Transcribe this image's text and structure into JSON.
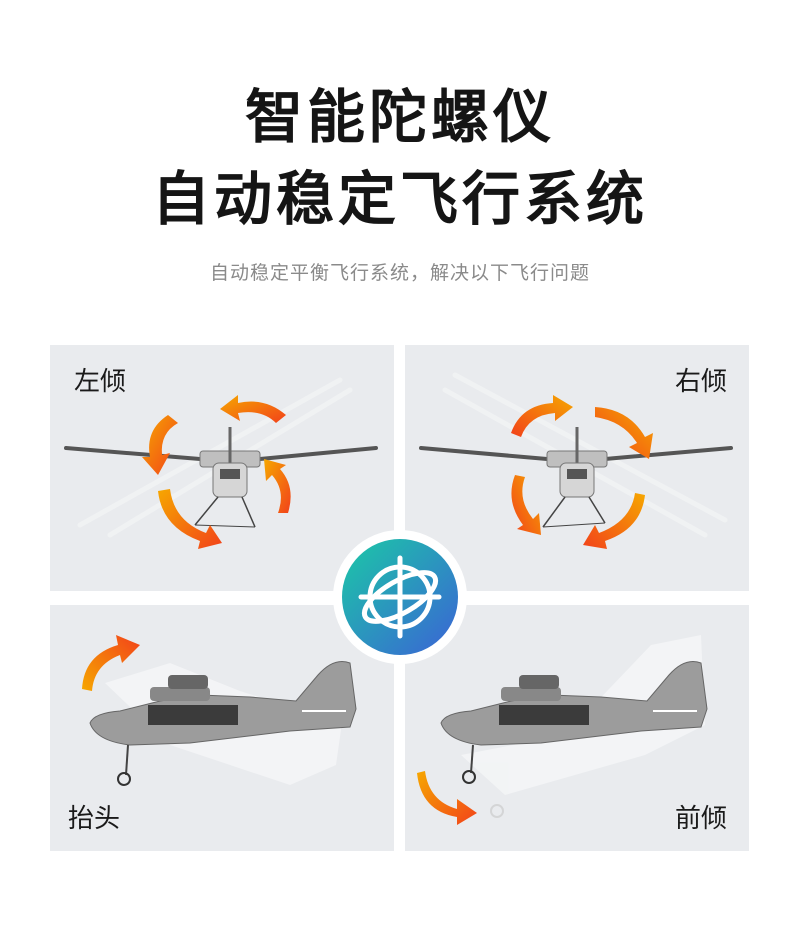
{
  "header": {
    "title_line1": "智能陀螺仪",
    "title_line2": "自动稳定飞行系统",
    "subtitle": "自动稳定平衡飞行系统，解决以下飞行问题"
  },
  "panels": {
    "roll_left": {
      "label": "左倾"
    },
    "roll_right": {
      "label": "右倾"
    },
    "pitch_up": {
      "label": "抬头"
    },
    "pitch_down": {
      "label": "前倾"
    }
  },
  "badge": {
    "icon": "gyroscope-icon"
  },
  "colors": {
    "arrow_start": "#f6a700",
    "arrow_end": "#f2421a",
    "badge_start": "#1bc9a6",
    "badge_end": "#3b62d6",
    "panel_bg": "#e9ebee"
  }
}
